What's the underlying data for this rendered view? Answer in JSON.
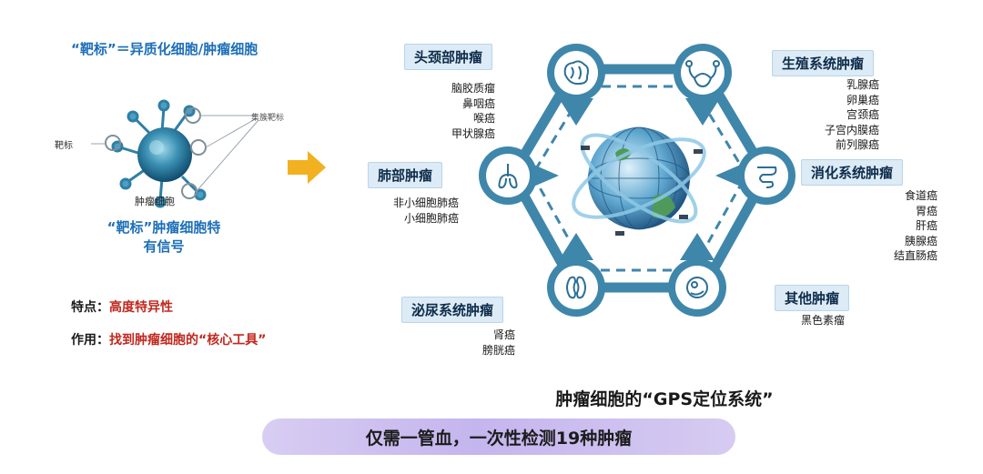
{
  "left": {
    "headline": "“靶标”＝异质化细胞/肿瘤细胞",
    "cell_label_target": "靶标",
    "cell_label_receptor": "集簇靶标",
    "cell_label_tumor": "肿瘤细胞",
    "signal_title_line1": "“靶标”肿瘤细胞特",
    "signal_title_line2": "有信号",
    "feature_key": "特点：",
    "feature_value": "高度特异性",
    "function_key": "作用：",
    "function_value": "找到肿瘤细胞的“核心工具”"
  },
  "categories": [
    {
      "key": "head_neck",
      "title": "头颈部肿瘤",
      "items": [
        "脑胶质瘤",
        "鼻咽癌",
        "喉癌",
        "甲状腺癌"
      ]
    },
    {
      "key": "lung",
      "title": "肺部肿瘤",
      "items": [
        "非小细胞肺癌",
        "小细胞肺癌"
      ]
    },
    {
      "key": "urinary",
      "title": "泌尿系统肿瘤",
      "items": [
        "肾癌",
        "膀胱癌"
      ]
    },
    {
      "key": "reproductive",
      "title": "生殖系统肿瘤",
      "items": [
        "乳腺癌",
        "卵巢癌",
        "宫颈癌",
        "子宫内膜癌",
        "前列腺癌"
      ]
    },
    {
      "key": "digestive",
      "title": "消化系统肿瘤",
      "items": [
        "食道癌",
        "胃癌",
        "肝癌",
        "胰腺癌",
        "结直肠癌"
      ]
    },
    {
      "key": "other",
      "title": "其他肿瘤",
      "items": [
        "黑色素瘤"
      ]
    }
  ],
  "icons": [
    "brain-icon",
    "reproductive-icon",
    "lungs-icon",
    "intestine-icon",
    "kidney-icon",
    "skin-cell-icon"
  ],
  "gps_title": "肿瘤细胞的“GPS定位系统”",
  "banner": "仅需一管血，一次性检测19种肿瘤",
  "colors": {
    "accent_blue": "#1d6fb8",
    "hex_teal": "#3f86ab",
    "red": "#c0281e",
    "arrow": "#f2b120",
    "banner": "#c9bcf0"
  }
}
